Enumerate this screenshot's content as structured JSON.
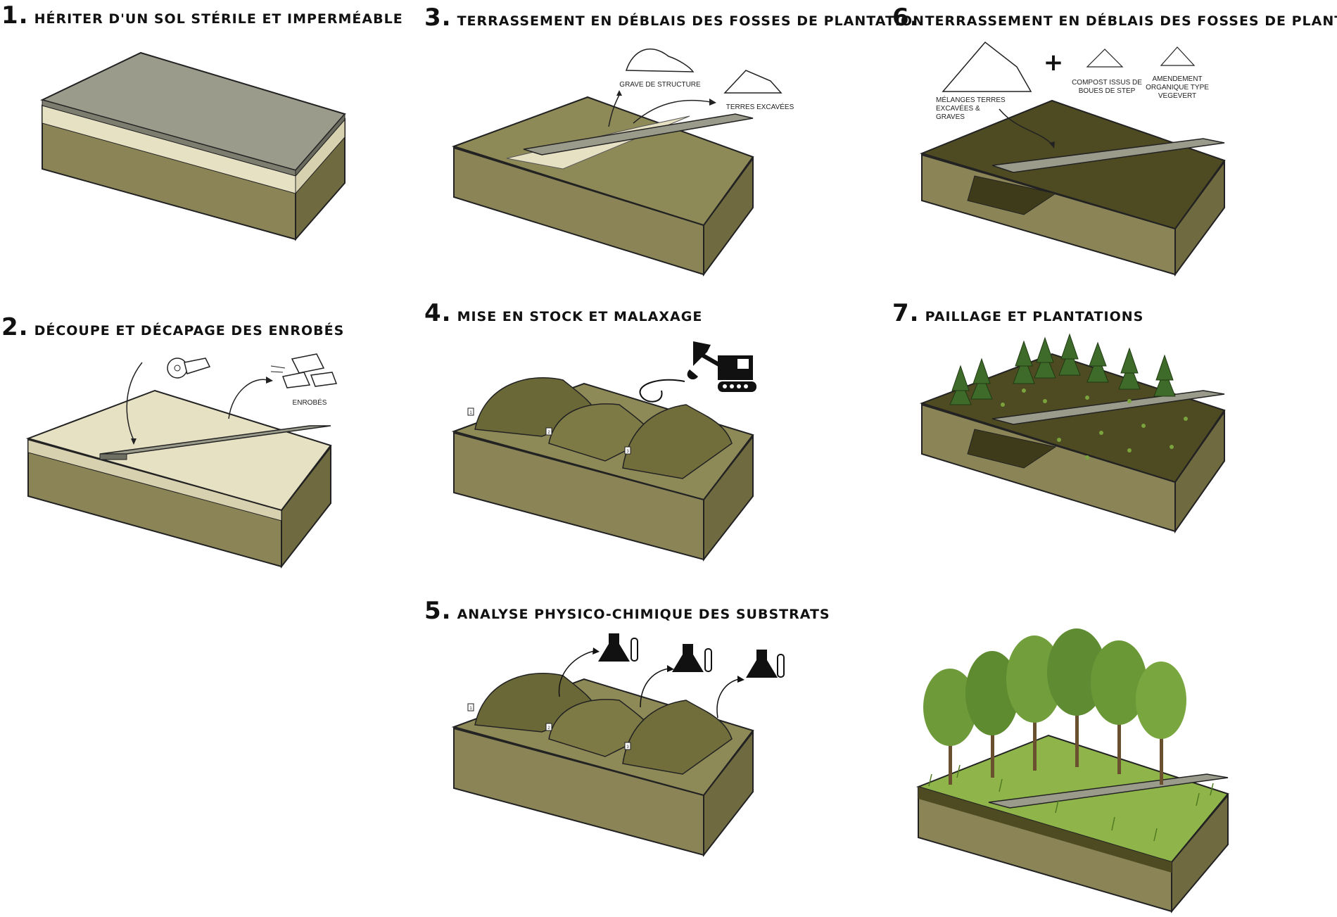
{
  "colors": {
    "soil_top": "#8e8a58",
    "soil_side": "#8a8457",
    "soil_dark": "#5e5b34",
    "asphalt": "#9b9b8c",
    "sand": "#e7e1c4",
    "rich_soil": "#4e4a22",
    "tree": "#3f6b2a",
    "grass": "#7aa33d"
  },
  "steps": [
    {
      "num": "1.",
      "title": "Hériter d'un sol stérile et imperméable"
    },
    {
      "num": "2.",
      "title": "Découpe et décapage des enrobés",
      "labels": {
        "enrobes": "ENROBÉS"
      }
    },
    {
      "num": "3.",
      "title": "Terrassement en déblais des fosses de plantation",
      "labels": {
        "grave": "GRAVE DE STRUCTURE",
        "terres": "TERRES EXCAVÉES"
      }
    },
    {
      "num": "4.",
      "title": "Mise en stock et malaxage",
      "markers": [
        "1",
        "2",
        "3"
      ]
    },
    {
      "num": "5.",
      "title": "Analyse physico-chimique des substrats",
      "markers": [
        "1",
        "2",
        "3"
      ]
    },
    {
      "num": "6.",
      "title": "Terrassement en déblais des fosses de plantation",
      "labels": {
        "melange": [
          "MÉLANGES TERRES",
          "EXCAVÉES  &",
          "GRAVES"
        ],
        "plus": "+",
        "compost": [
          "COMPOST ISSUS DE",
          "BOUES DE STEP"
        ],
        "amendement": [
          "AMENDEMENT",
          "ORGANIQUE TYPE",
          "VEGEVERT"
        ]
      }
    },
    {
      "num": "7.",
      "title": "Paillage et plantations"
    }
  ]
}
